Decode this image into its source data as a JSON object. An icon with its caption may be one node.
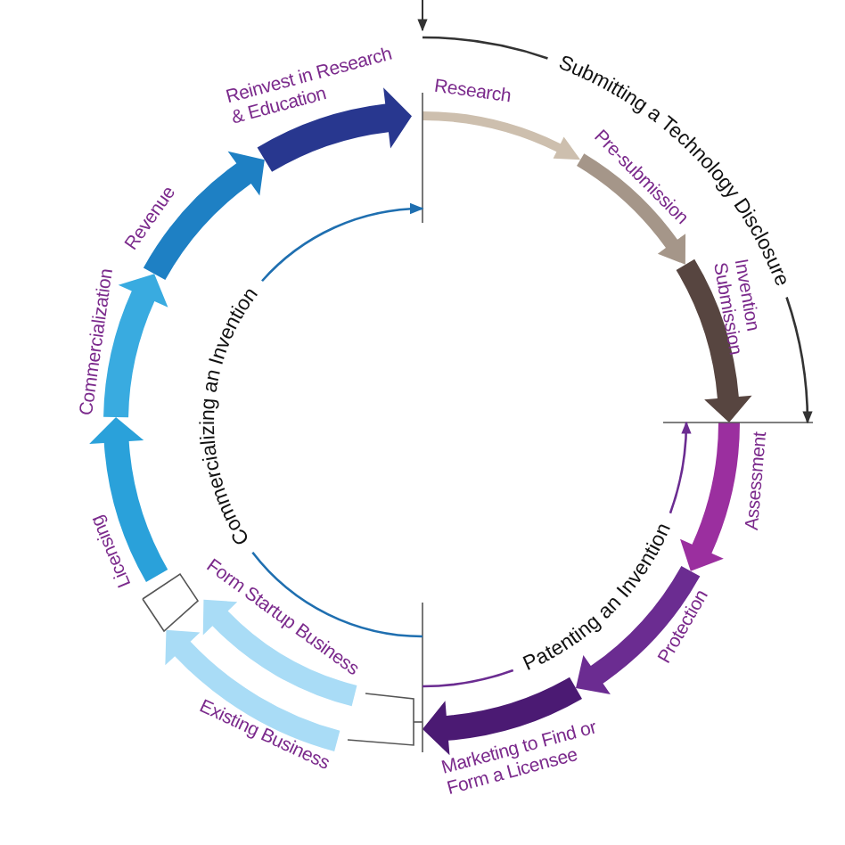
{
  "diagram": {
    "labels": [
      "Submitting a Technology Disclosure",
      "Research",
      "Pre-submission",
      "Invention Submission",
      "Assessment",
      "Patenting an Invention",
      "Protection",
      "Marketing to Find or Form a Licensee",
      "Form Startup Business",
      "Existing Business",
      "Licensing",
      "Commercializing an Invention",
      "Commercialization",
      "Revenue",
      "Reinvest in Research & Education"
    ]
  }
}
